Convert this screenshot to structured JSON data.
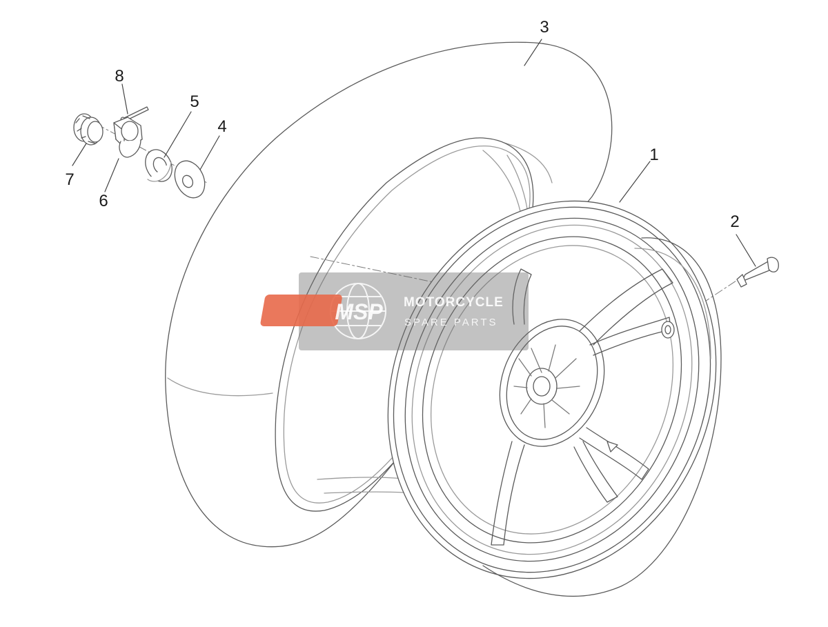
{
  "diagram": {
    "callouts": [
      {
        "id": "1",
        "label": "1"
      },
      {
        "id": "2",
        "label": "2"
      },
      {
        "id": "3",
        "label": "3"
      },
      {
        "id": "4",
        "label": "4"
      },
      {
        "id": "5",
        "label": "5"
      },
      {
        "id": "6",
        "label": "6"
      },
      {
        "id": "7",
        "label": "7"
      },
      {
        "id": "8",
        "label": "8"
      }
    ]
  },
  "watermark": {
    "logo_text": "MSP",
    "title": "MOTORCYCLE",
    "subtitle": "SPARE PARTS",
    "accent_color": "#e8694a",
    "panel_color": "#6e6e6e"
  },
  "colors": {
    "line": "#5a5a5a",
    "light_line": "#9a9a9a",
    "text": "#1a1a1a"
  }
}
